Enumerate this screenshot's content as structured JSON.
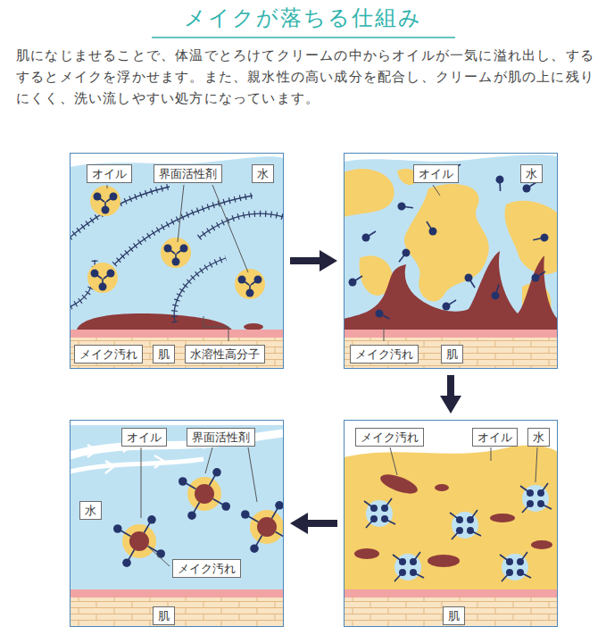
{
  "diagram": {
    "title": "メイクが落ちる仕組み",
    "nodes": [
      {
        "text": []
      },
      {
        "text": [
          "オイル"
        ],
        "in": 0
      },
      {
        "text": [
          "界面活性剤"
        ],
        "in": 0
      },
      {
        "text": [
          "水"
        ],
        "in": 0
      },
      {
        "text": [
          "メイク汚れ"
        ],
        "in": 0
      },
      {
        "text": [
          "肌"
        ],
        "in": 0
      },
      {
        "text": [
          "水溶性高分子"
        ],
        "in": 0
      },
      {
        "text": []
      },
      {
        "text": [
          "オイル"
        ],
        "in": 7
      },
      {
        "text": [
          "水"
        ],
        "in": 7
      },
      {
        "text": [
          "メイク汚れ"
        ],
        "in": 7
      },
      {
        "text": [
          "肌"
        ],
        "in": 7
      },
      {
        "text": []
      },
      {
        "text": [
          "オイル"
        ],
        "in": 12
      },
      {
        "text": [
          "界面活性剤"
        ],
        "in": 12
      },
      {
        "text": [
          "水"
        ],
        "in": 12
      },
      {
        "text": [
          "メイク汚れ"
        ],
        "in": 12
      },
      {
        "text": [
          "肌"
        ],
        "in": 12
      },
      {
        "text": []
      },
      {
        "text": [
          "メイク汚れ"
        ],
        "in": 18
      },
      {
        "text": [
          "オイル"
        ],
        "in": 18
      },
      {
        "text": [
          "水"
        ],
        "in": 18
      },
      {
        "text": [
          "肌"
        ],
        "in": 18
      }
    ],
    "edges": [
      {
        "from": 0,
        "to": 7,
        "arrow": "to"
      },
      {
        "from": 7,
        "to": 18,
        "arrow": "to"
      },
      {
        "from": 18,
        "to": 12,
        "arrow": "to"
      }
    ],
    "labels": [
      "肌になじませることで、体温でとろけてクリームの中からオイルが一気に溢れ出し、するするとメイクを浮かせます。また、親水性の高い成分を配合し、クリームが肌の上に残りにくく、洗い流しやすい処方になっています。"
    ]
  }
}
